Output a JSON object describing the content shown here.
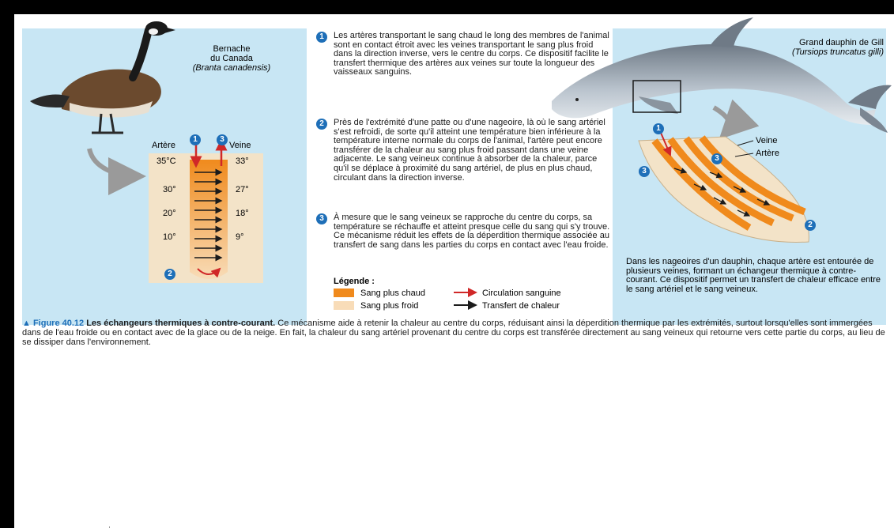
{
  "goose": {
    "name": "Bernache",
    "name2": "du Canada",
    "latin": "(Branta canadensis)",
    "artery_label": "Artère",
    "vein_label": "Veine",
    "artery_temps": [
      "35°C",
      "30°",
      "20°",
      "10°"
    ],
    "vein_temps": [
      "33°",
      "27°",
      "18°",
      "9°"
    ],
    "markers": [
      "1",
      "3",
      "2"
    ]
  },
  "dolphin": {
    "name": "Grand dauphin de Gill",
    "latin": "(Tursiops truncatus gilli)",
    "vein_label": "Veine",
    "artery_label": "Artère",
    "markers": [
      "1",
      "3",
      "3",
      "2"
    ],
    "description": "Dans les nageoires d'un dauphin, chaque artère est entourée de plusieurs veines, formant un échangeur thermique à contre-courant. Ce dispositif permet un transfert de chaleur efficace entre le sang artériel et le sang veineux."
  },
  "steps": [
    {
      "num": "1",
      "text": "Les artères transportant le sang chaud le long des membres de l'animal sont en contact étroit avec les veines transportant le sang plus froid dans la direction inverse, vers le centre du corps. Ce dispositif facilite le transfert thermique des artères aux veines sur toute la longueur des vaisseaux sanguins."
    },
    {
      "num": "2",
      "text": "Près de l'extrémité d'une patte ou d'une nageoire, là où le sang artériel s'est refroidi, de sorte qu'il atteint une température bien inférieure à la température interne normale du corps de l'animal, l'artère peut encore transférer de la chaleur au sang plus froid passant dans une veine adjacente. Le sang veineux continue à absorber de la chaleur, parce qu'il se déplace à proximité du sang artériel, de plus en plus chaud, circulant dans la direction inverse."
    },
    {
      "num": "3",
      "text": "À mesure que le sang veineux se rapproche du centre du corps, sa température se réchauffe et atteint presque celle du sang qui s'y trouve. Ce mécanisme réduit les effets de la déperdition thermique associée au transfert de sang dans les parties du corps en contact avec l'eau froide."
    }
  ],
  "legend": {
    "title": "Légende :",
    "warm": "Sang plus chaud",
    "cold": "Sang plus froid",
    "circulation": "Circulation sanguine",
    "transfer": "Transfert de chaleur"
  },
  "caption": {
    "figure": "▲ Figure 40.12",
    "title": "Les échangeurs thermiques à contre-courant.",
    "body": "Ce mécanisme aide à retenir la chaleur au centre du corps, réduisant ainsi la déperdition thermique par les extrémités, surtout lorsqu'elles sont immergées dans de l'eau froide ou en contact avec de la glace ou de la neige. En fait, la chaleur du sang artériel provenant du centre du corps est transférée directement au sang veineux qui retourne vers cette partie du corps, au lieu de se dissiper dans l'environnement."
  },
  "colors": {
    "panel": "#c8e6f4",
    "warm": "#f08a1c",
    "cold": "#f8dcb8",
    "marker": "#1e6fb8",
    "circulation_arrow": "#d02828",
    "transfer_arrow": "#1b1b1b"
  }
}
